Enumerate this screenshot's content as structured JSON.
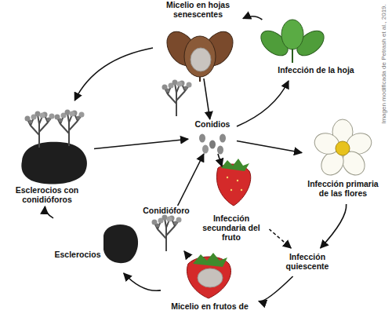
{
  "diagram": {
    "nodes": [
      {
        "text": [
          "Micelio en hojas senescentes"
        ]
      },
      {
        "text": [
          "Infección de la hoja"
        ]
      },
      {
        "text": [
          "Conidios"
        ]
      },
      {
        "text": [
          "Infección primaria de las flores"
        ]
      },
      {
        "text": [
          "Infección quiescente"
        ]
      },
      {
        "text": [
          "Micelio en frutos de"
        ]
      },
      {
        "text": [
          "Esclerocios"
        ]
      },
      {
        "text": [
          "Esclerocios con conidióforos"
        ]
      },
      {
        "text": [
          "Conidióforo"
        ]
      },
      {
        "text": [
          "Infección secundaria del fruto"
        ]
      }
    ],
    "edges": [
      {
        "from": 0,
        "to": 7,
        "arrow": "to"
      },
      {
        "from": 1,
        "to": 0,
        "arrow": "to"
      },
      {
        "from": 2,
        "to": 1,
        "arrow": "to"
      },
      {
        "from": 0,
        "to": 2,
        "arrow": "to"
      },
      {
        "from": 7,
        "to": 2,
        "arrow": "to"
      },
      {
        "from": 2,
        "to": 3,
        "arrow": "to"
      },
      {
        "from": 2,
        "to": 9,
        "arrow": "to"
      },
      {
        "from": 3,
        "to": 4,
        "arrow": "to"
      },
      {
        "from": 9,
        "to": 4,
        "arrow": "to"
      },
      {
        "from": 4,
        "to": 5,
        "arrow": "to"
      },
      {
        "from": 5,
        "to": 8,
        "arrow": "to"
      },
      {
        "from": 8,
        "to": 2,
        "arrow": "to"
      },
      {
        "from": 5,
        "to": 6,
        "arrow": "to"
      },
      {
        "from": 6,
        "to": 7,
        "arrow": "to"
      }
    ],
    "labels": [
      "Imagen modificada de Petrash et al., 2019."
    ]
  }
}
